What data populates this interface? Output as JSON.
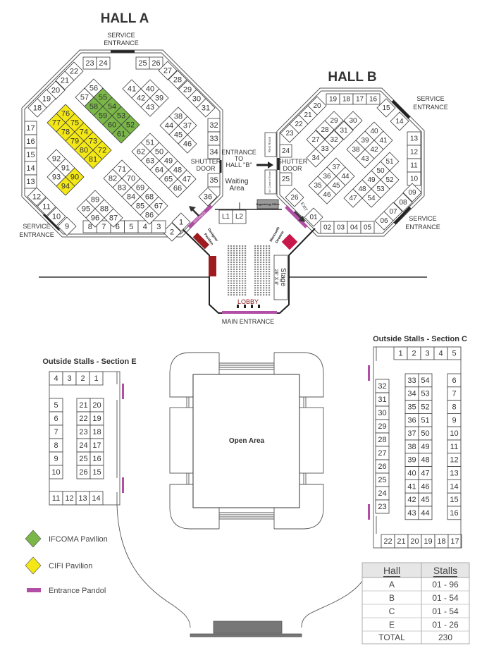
{
  "hall_a": {
    "title": "HALL A",
    "service_entrance_top": [
      "SERVICE",
      "ENTRANCE"
    ],
    "service_entrance_sw": [
      "SERVICE",
      "ENTRANCE"
    ],
    "shutter_door": [
      "SHUTTER",
      "DOOR"
    ],
    "entrance_label": "ENTRANCE",
    "stalls": {
      "top": [
        "23",
        "24",
        "25",
        "26"
      ],
      "nw": [
        "22",
        "21",
        "20",
        "19",
        "18"
      ],
      "ne": [
        "27",
        "28",
        "29",
        "30",
        "31"
      ],
      "left": [
        "17",
        "16",
        "15",
        "14",
        "13"
      ],
      "right": [
        "32",
        "33",
        "34",
        "35"
      ],
      "sw": [
        "12",
        "11",
        "10",
        "9"
      ],
      "se": [
        "36",
        "1",
        "2"
      ],
      "bottom": [
        "8",
        "7",
        "6",
        "5",
        "4",
        "3"
      ],
      "c41": [
        "41",
        "40",
        "42",
        "39",
        "43"
      ],
      "c56": [
        "56",
        "57",
        "55",
        "58",
        "54",
        "59",
        "53",
        "60",
        "52",
        "61"
      ],
      "c76": [
        "76",
        "77",
        "75",
        "78",
        "74",
        "79",
        "73",
        "80",
        "72",
        "81"
      ],
      "c92": [
        "92",
        "91",
        "93",
        "90",
        "94"
      ],
      "c38": [
        "38",
        "44",
        "37",
        "45",
        "46"
      ],
      "c51": [
        "51",
        "62",
        "50",
        "63",
        "49",
        "64",
        "48",
        "65",
        "47",
        "66"
      ],
      "c71": [
        "71",
        "82",
        "70",
        "83",
        "69",
        "84",
        "68",
        "85",
        "67",
        "86"
      ],
      "c89": [
        "89",
        "95",
        "88",
        "96",
        "87"
      ]
    }
  },
  "connector": {
    "entrance_to_hall_b": [
      "ENTRANCE",
      "TO",
      "HALL \"B\""
    ],
    "waiting_area": [
      "Waiting",
      "Area"
    ],
    "l1": "L1",
    "l2": "L2",
    "organising_office": "Organising Office",
    "rest_room": "Rest Room",
    "av_control": "AV Control Room"
  },
  "hall_b": {
    "title": "HALL B",
    "service_entrance_ne": [
      "SERVICE",
      "ENTRANCE"
    ],
    "service_entrance_se": [
      "SERVICE",
      "ENTRANCE"
    ],
    "shutter_door": [
      "SHUTTER",
      "DOOR"
    ],
    "exit_label": "EXIT",
    "stalls": {
      "top": [
        "19",
        "18",
        "17",
        "16"
      ],
      "nw": [
        "20",
        "21",
        "22",
        "23"
      ],
      "ne": [
        "15",
        "14"
      ],
      "right": [
        "13",
        "12",
        "11",
        "10"
      ],
      "se": [
        "09",
        "08",
        "07",
        "06"
      ],
      "bottom": [
        "02",
        "03",
        "04",
        "05"
      ],
      "sw": [
        "01",
        "26"
      ],
      "left": [
        "24",
        "25"
      ],
      "c29": [
        "29",
        "30",
        "28",
        "31",
        "27",
        "32",
        "33",
        "34"
      ],
      "c40": [
        "40",
        "39",
        "41",
        "38",
        "42",
        "43"
      ],
      "c37": [
        "37",
        "36",
        "44",
        "35",
        "45",
        "46"
      ],
      "c51": [
        "51",
        "50",
        "52",
        "49",
        "48",
        "53",
        "47",
        "54"
      ]
    }
  },
  "lobby": {
    "designer_pavilion": [
      "Designer",
      "Pavilion"
    ],
    "manoseth": [
      "Manoseth",
      "Dewana"
    ],
    "lobby_label": "LOBBY",
    "stage": "Stage",
    "stage_size": "28' X 8'",
    "main_entrance": "MAIN ENTRANCE"
  },
  "section_e": {
    "title": "Outside Stalls - Section E",
    "top": [
      "4",
      "3",
      "2",
      "1"
    ],
    "left": [
      "5",
      "6",
      "7",
      "8",
      "9",
      "10"
    ],
    "mid_left": [
      "21",
      "22",
      "23",
      "24",
      "25",
      "26"
    ],
    "mid_right": [
      "20",
      "19",
      "18",
      "17",
      "16",
      "15"
    ],
    "bottom": [
      "11",
      "12",
      "13",
      "14"
    ]
  },
  "section_c": {
    "title": "Outside Stalls - Section C",
    "top": [
      "1",
      "2",
      "3",
      "4",
      "5"
    ],
    "left": [
      "32",
      "31",
      "30",
      "29",
      "28",
      "27",
      "26",
      "25",
      "24",
      "23"
    ],
    "mid_left": [
      "33",
      "34",
      "35",
      "36",
      "37",
      "38",
      "39",
      "40",
      "41",
      "42",
      "43"
    ],
    "mid_right": [
      "54",
      "53",
      "52",
      "51",
      "50",
      "49",
      "48",
      "47",
      "46",
      "45",
      "44"
    ],
    "right": [
      "6",
      "7",
      "8",
      "9",
      "10",
      "11",
      "12",
      "13",
      "14",
      "15",
      "16"
    ],
    "bottom": [
      "22",
      "21",
      "20",
      "19",
      "18",
      "17"
    ]
  },
  "open_area": {
    "label": "Open Area"
  },
  "legend": {
    "items": [
      {
        "label": "IFCOMA Pavilion",
        "color": "#7ab648",
        "shape": "diamond"
      },
      {
        "label": "CIFI Pavilion",
        "color": "#f3e716",
        "shape": "diamond"
      },
      {
        "label": "Entrance Pandol",
        "color": "#b24ea6",
        "shape": "bar"
      }
    ],
    "ifcoma_stalls": [
      "55",
      "58",
      "54",
      "59",
      "53",
      "60",
      "52",
      "61"
    ],
    "cifi_stalls": [
      "76",
      "77",
      "75",
      "78",
      "74",
      "79",
      "73",
      "80",
      "72",
      "81",
      "90",
      "94"
    ]
  },
  "colors": {
    "designer_red": "#9e1b1f",
    "manoseth_red": "#c8174a",
    "pandol": "#b24ea6"
  },
  "summary_table": {
    "headers": [
      "Hall",
      "Stalls"
    ],
    "rows": [
      [
        "A",
        "01 - 96"
      ],
      [
        "B",
        "01 - 54"
      ],
      [
        "C",
        "01 - 54"
      ],
      [
        "E",
        "01 - 26"
      ],
      [
        "TOTAL",
        "230"
      ]
    ]
  }
}
